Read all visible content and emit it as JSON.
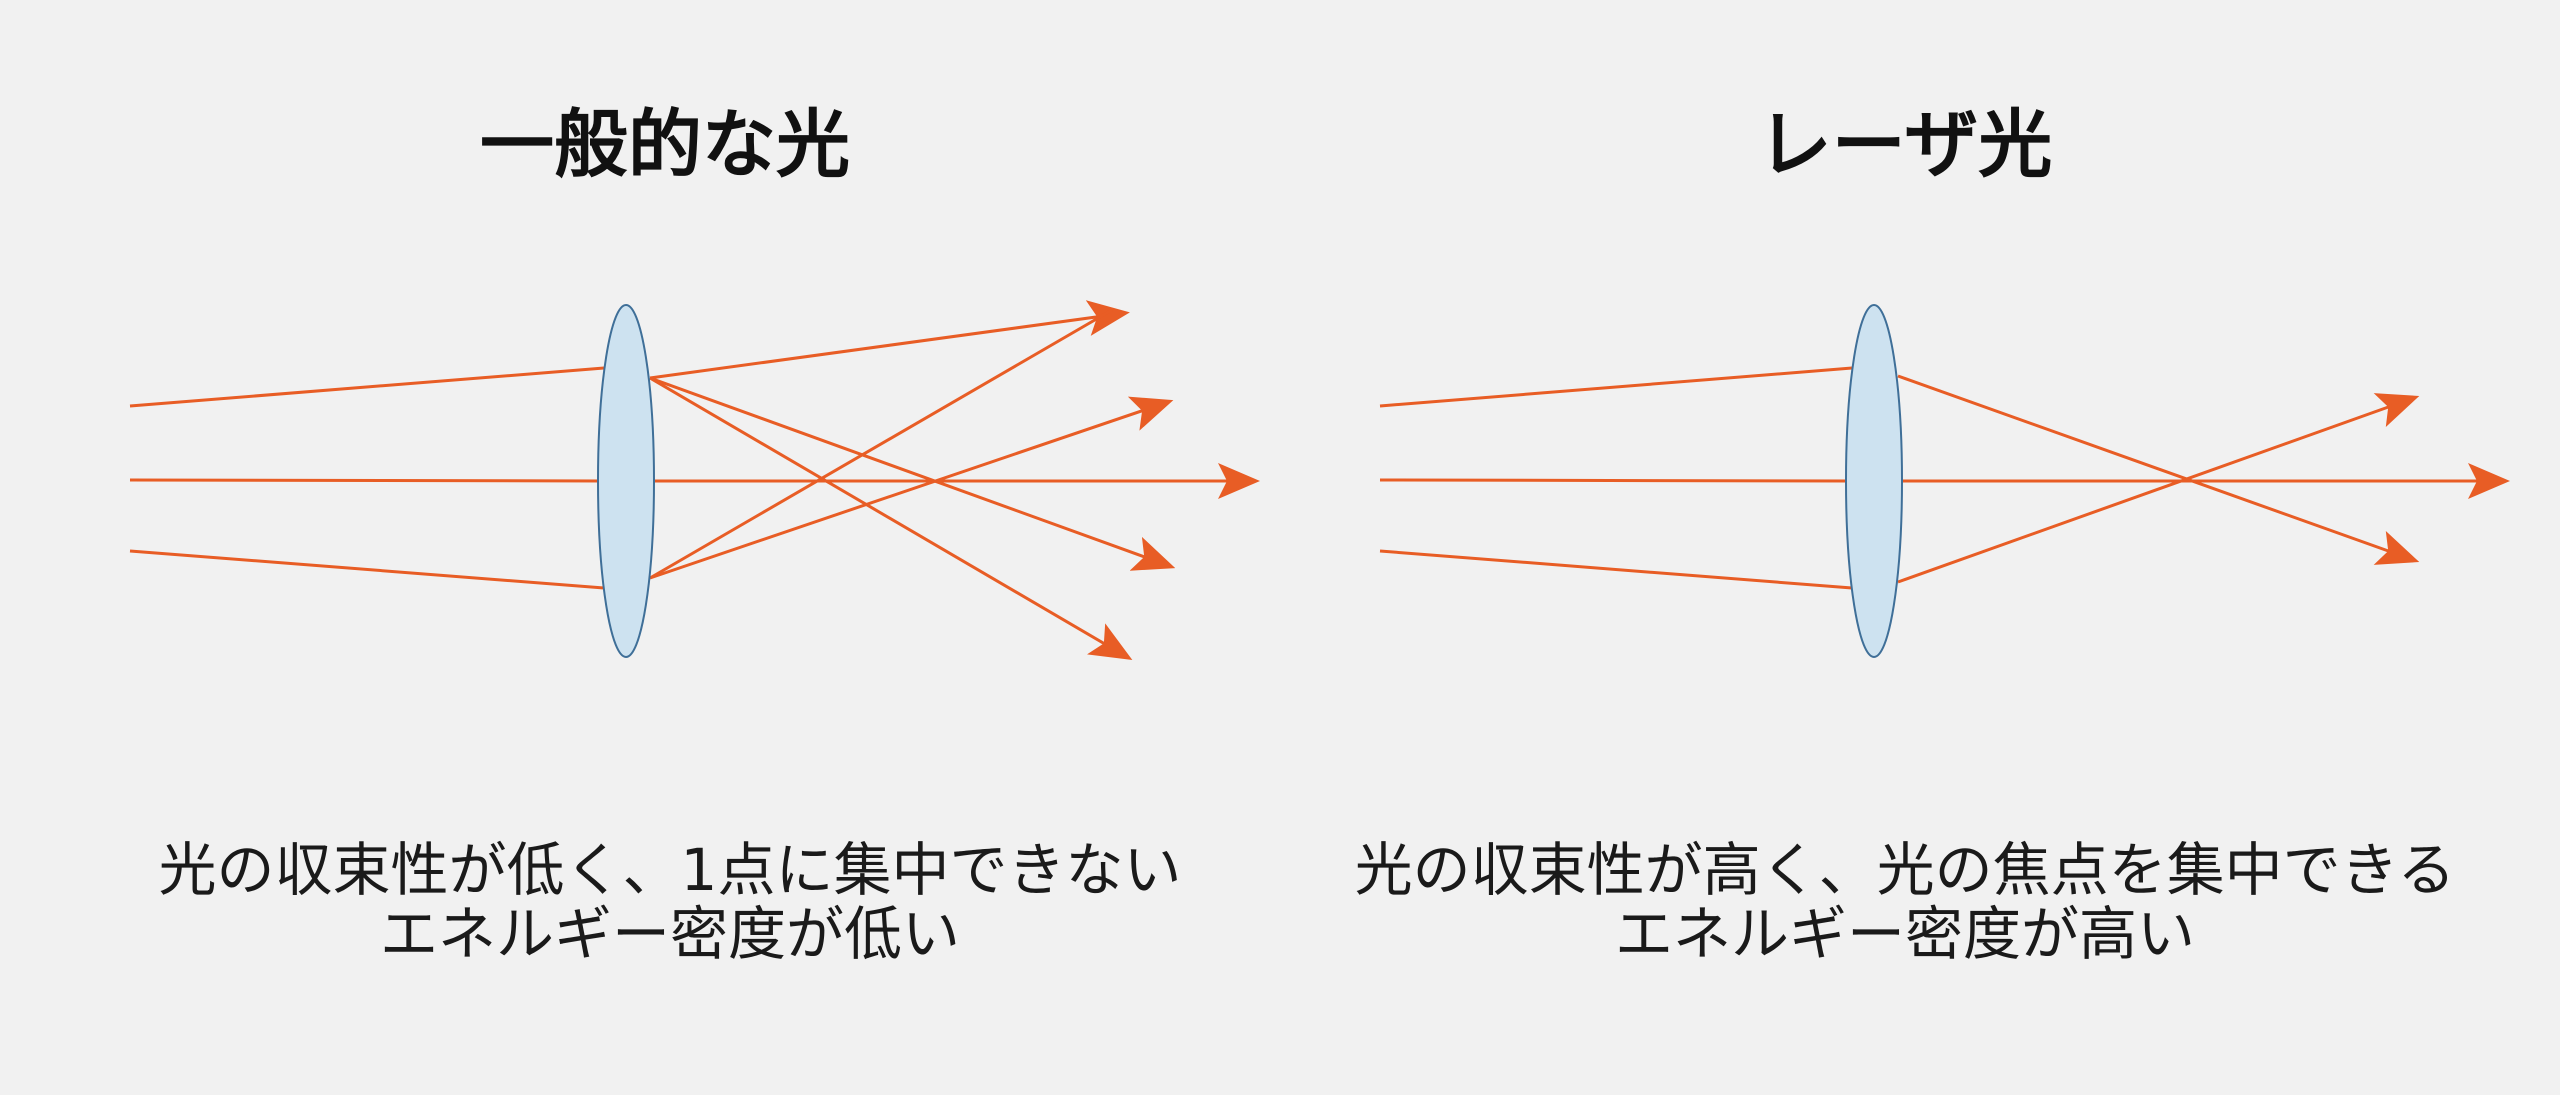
{
  "colors": {
    "background": "#f1f1f1",
    "ray": "#e85d25",
    "lens_fill": "#cde2f0",
    "lens_stroke": "#3f6f98",
    "text": "#111111"
  },
  "panels": [
    {
      "id": "ordinary-light",
      "title": "一般的な光",
      "caption_line1": "光の収束性が低く、1点に集中できない",
      "caption_line2": "エネルギー密度が低い",
      "focus": "multiple crossing points (poor convergence)"
    },
    {
      "id": "laser-light",
      "title": "レーザ光",
      "caption_line1": "光の収束性が高く、光の焦点を集中できる",
      "caption_line2": "エネルギー密度が高い",
      "focus": "single crossing point (high convergence)"
    }
  ],
  "icons": {
    "lens": "convex-lens-icon",
    "arrow": "arrowhead-icon"
  }
}
